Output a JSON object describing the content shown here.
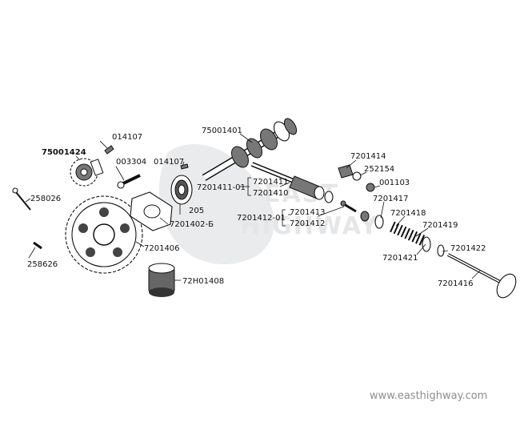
{
  "diagram": {
    "watermark": {
      "line1": "EAST",
      "line2": "HIGHWAY"
    },
    "footer_url": "www.easthighway.com",
    "part_labels": {
      "p75001401": "75001401",
      "p75001424": "75001424",
      "p014107_top": "014107",
      "p003304": "003304",
      "p014107_mid": "014107",
      "p258026": "258026",
      "p258626": "258626",
      "p7201406": "7201406",
      "p72H01408": "72H01408",
      "p205": "205",
      "p7201402B": "7201402-Б",
      "p7201411_01": "7201411-01",
      "p7201411": "7201411",
      "p7201410": "7201410",
      "p7201412_01": "7201412-01",
      "p7201413": "7201413",
      "p7201412": "7201412",
      "p7201414": "7201414",
      "p252154": "252154",
      "p001103": "001103",
      "p7201417": "7201417",
      "p7201418": "7201418",
      "p7201419": "7201419",
      "p7201421": "7201421",
      "p7201422": "7201422",
      "p7201416": "7201416"
    }
  }
}
